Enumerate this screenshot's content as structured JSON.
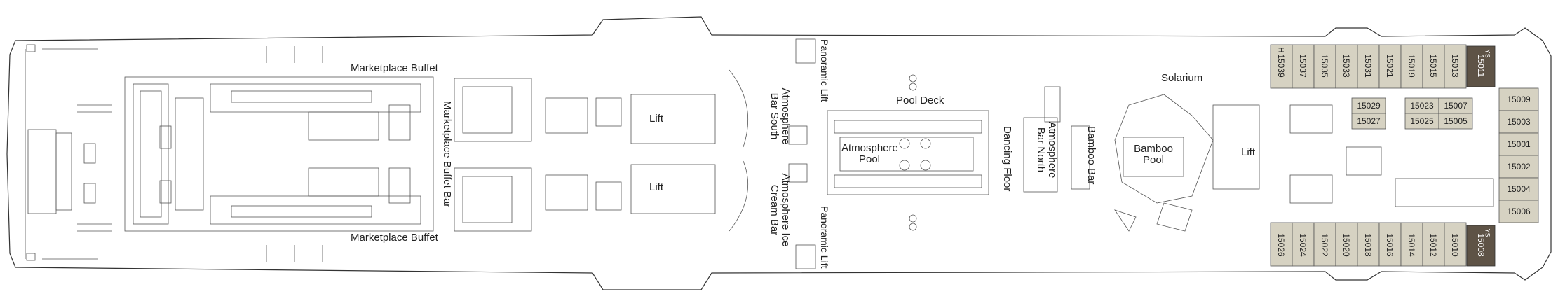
{
  "labels": {
    "marketplace_buffet_top": "Marketplace Buffet",
    "marketplace_buffet_bottom": "Marketplace Buffet",
    "marketplace_buffet_bar": "Marketplace Buffet Bar",
    "lift_fwd_top": "Lift",
    "lift_fwd_bottom": "Lift",
    "atmosphere_bar_south": "Atmosphere Bar South",
    "atmosphere_ice_cream_bar": "Atmosphere Ice Cream Bar",
    "panoramic_lift_top": "Panoramic Lift",
    "panoramic_lift_bottom": "Panoramic Lift",
    "pool_deck": "Pool Deck",
    "atmosphere_pool": "Atmosphere Pool",
    "dancing_floor": "Dancing Floor",
    "atmosphere_bar_north": "Atmosphere Bar North",
    "bamboo_bar": "Bamboo Bar",
    "bamboo_pool": "Bamboo Pool",
    "solarium": "Solarium",
    "lift_aft": "Lift"
  },
  "cabins": {
    "top_row": [
      "15039",
      "15037",
      "15035",
      "15033",
      "15031",
      "15021",
      "15019",
      "15015",
      "15013"
    ],
    "top_suite": "15011",
    "bottom_row": [
      "15026",
      "15024",
      "15022",
      "15020",
      "15018",
      "15016",
      "15014",
      "15012",
      "15010"
    ],
    "bottom_suite": "15008",
    "right_column": [
      "15009",
      "15003",
      "15001",
      "15002",
      "15004",
      "15006"
    ],
    "inner_block_a": [
      "15029",
      "15027"
    ],
    "inner_block_b": [
      "15023",
      "15007",
      "15025",
      "15005"
    ],
    "suite_tag": "YS",
    "accessible_marker": "H"
  },
  "colors": {
    "cabin_fill": "#d6d2c2",
    "suite_fill": "#5e5346",
    "outline": "#333333"
  }
}
